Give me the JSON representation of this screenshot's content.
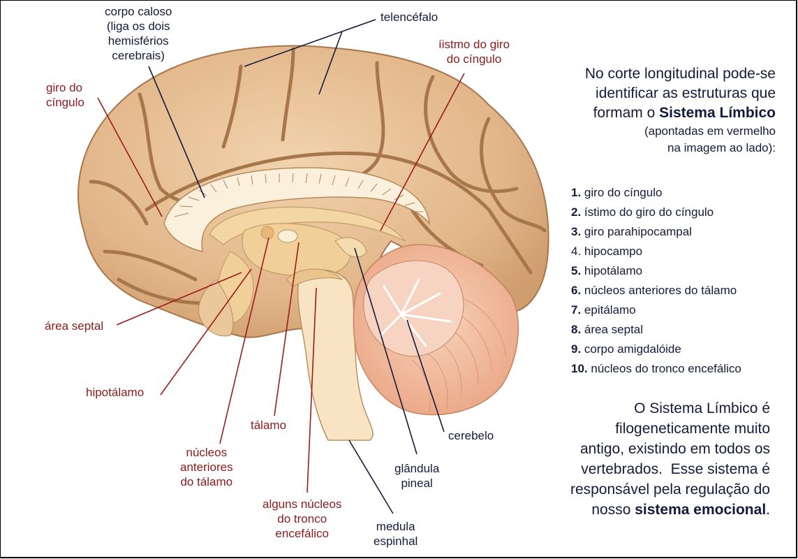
{
  "colors": {
    "limbic_label": "#8b1a1a",
    "other_label": "#141a3c",
    "cortex": "#e3b98e",
    "sulcus": "#a8764b",
    "cerebellum": "#f0b594",
    "inner_structures": "#f5dcb0"
  },
  "diagram_labels": {
    "corpo_caloso": [
      "corpo caloso",
      "(liga os dois",
      "hemisférios",
      "cerebrais)"
    ],
    "telencefalo": "telencéfalo",
    "istmo": [
      "íistmo do giro",
      "do cíngulo"
    ],
    "giro_cingulo": [
      "giro do",
      "cíngulo"
    ],
    "area_septal": "área septal",
    "hipotalamo": "hipotálamo",
    "talamo": "tálamo",
    "nucleos_anteriores": [
      "núcleos",
      "anteriores",
      "do tálamo"
    ],
    "alguns_nucleos": [
      "alguns núcleos",
      "do tronco",
      "encefálico"
    ],
    "medula": [
      "medula",
      "espinhal"
    ],
    "glandula_pineal": [
      "glândula",
      "pineal"
    ],
    "cerebelo": "cerebelo"
  },
  "intro": {
    "line1": "No corte longitudinal pode-se",
    "line2": "identificar as estruturas que",
    "line3_pre": "formam o ",
    "line3_bold": "Sistema Límbico",
    "line4": "(apontadas em vermelho",
    "line5": "na imagem ao lado):"
  },
  "limbic_list": [
    {
      "num": "1.",
      "text": "giro do cíngulo"
    },
    {
      "num": "2.",
      "text": "ístimo do giro do cíngulo"
    },
    {
      "num": "3.",
      "text": "giro parahipocampal"
    },
    {
      "num": "4.",
      "text": "hipocampo"
    },
    {
      "num": "5.",
      "text": "hipotálamo"
    },
    {
      "num": "6.",
      "text": "núcleos anteriores do tálamo"
    },
    {
      "num": "7.",
      "text": "epitálamo"
    },
    {
      "num": "8.",
      "text": "área septal"
    },
    {
      "num": "9.",
      "text": "corpo amigdalóide"
    },
    {
      "num": "10.",
      "text": "núcleos do tronco encefálico"
    }
  ],
  "outro": {
    "line1": "O Sistema Límbico é",
    "line2": "filogeneticamente muito",
    "line3": "antigo, existindo em todos os",
    "line4": "vertebrados.  Esse sistema é",
    "line5": "responsável pela regulação do",
    "line6_pre": "nosso ",
    "line6_bold": "sistema emocional",
    "line6_post": "."
  }
}
